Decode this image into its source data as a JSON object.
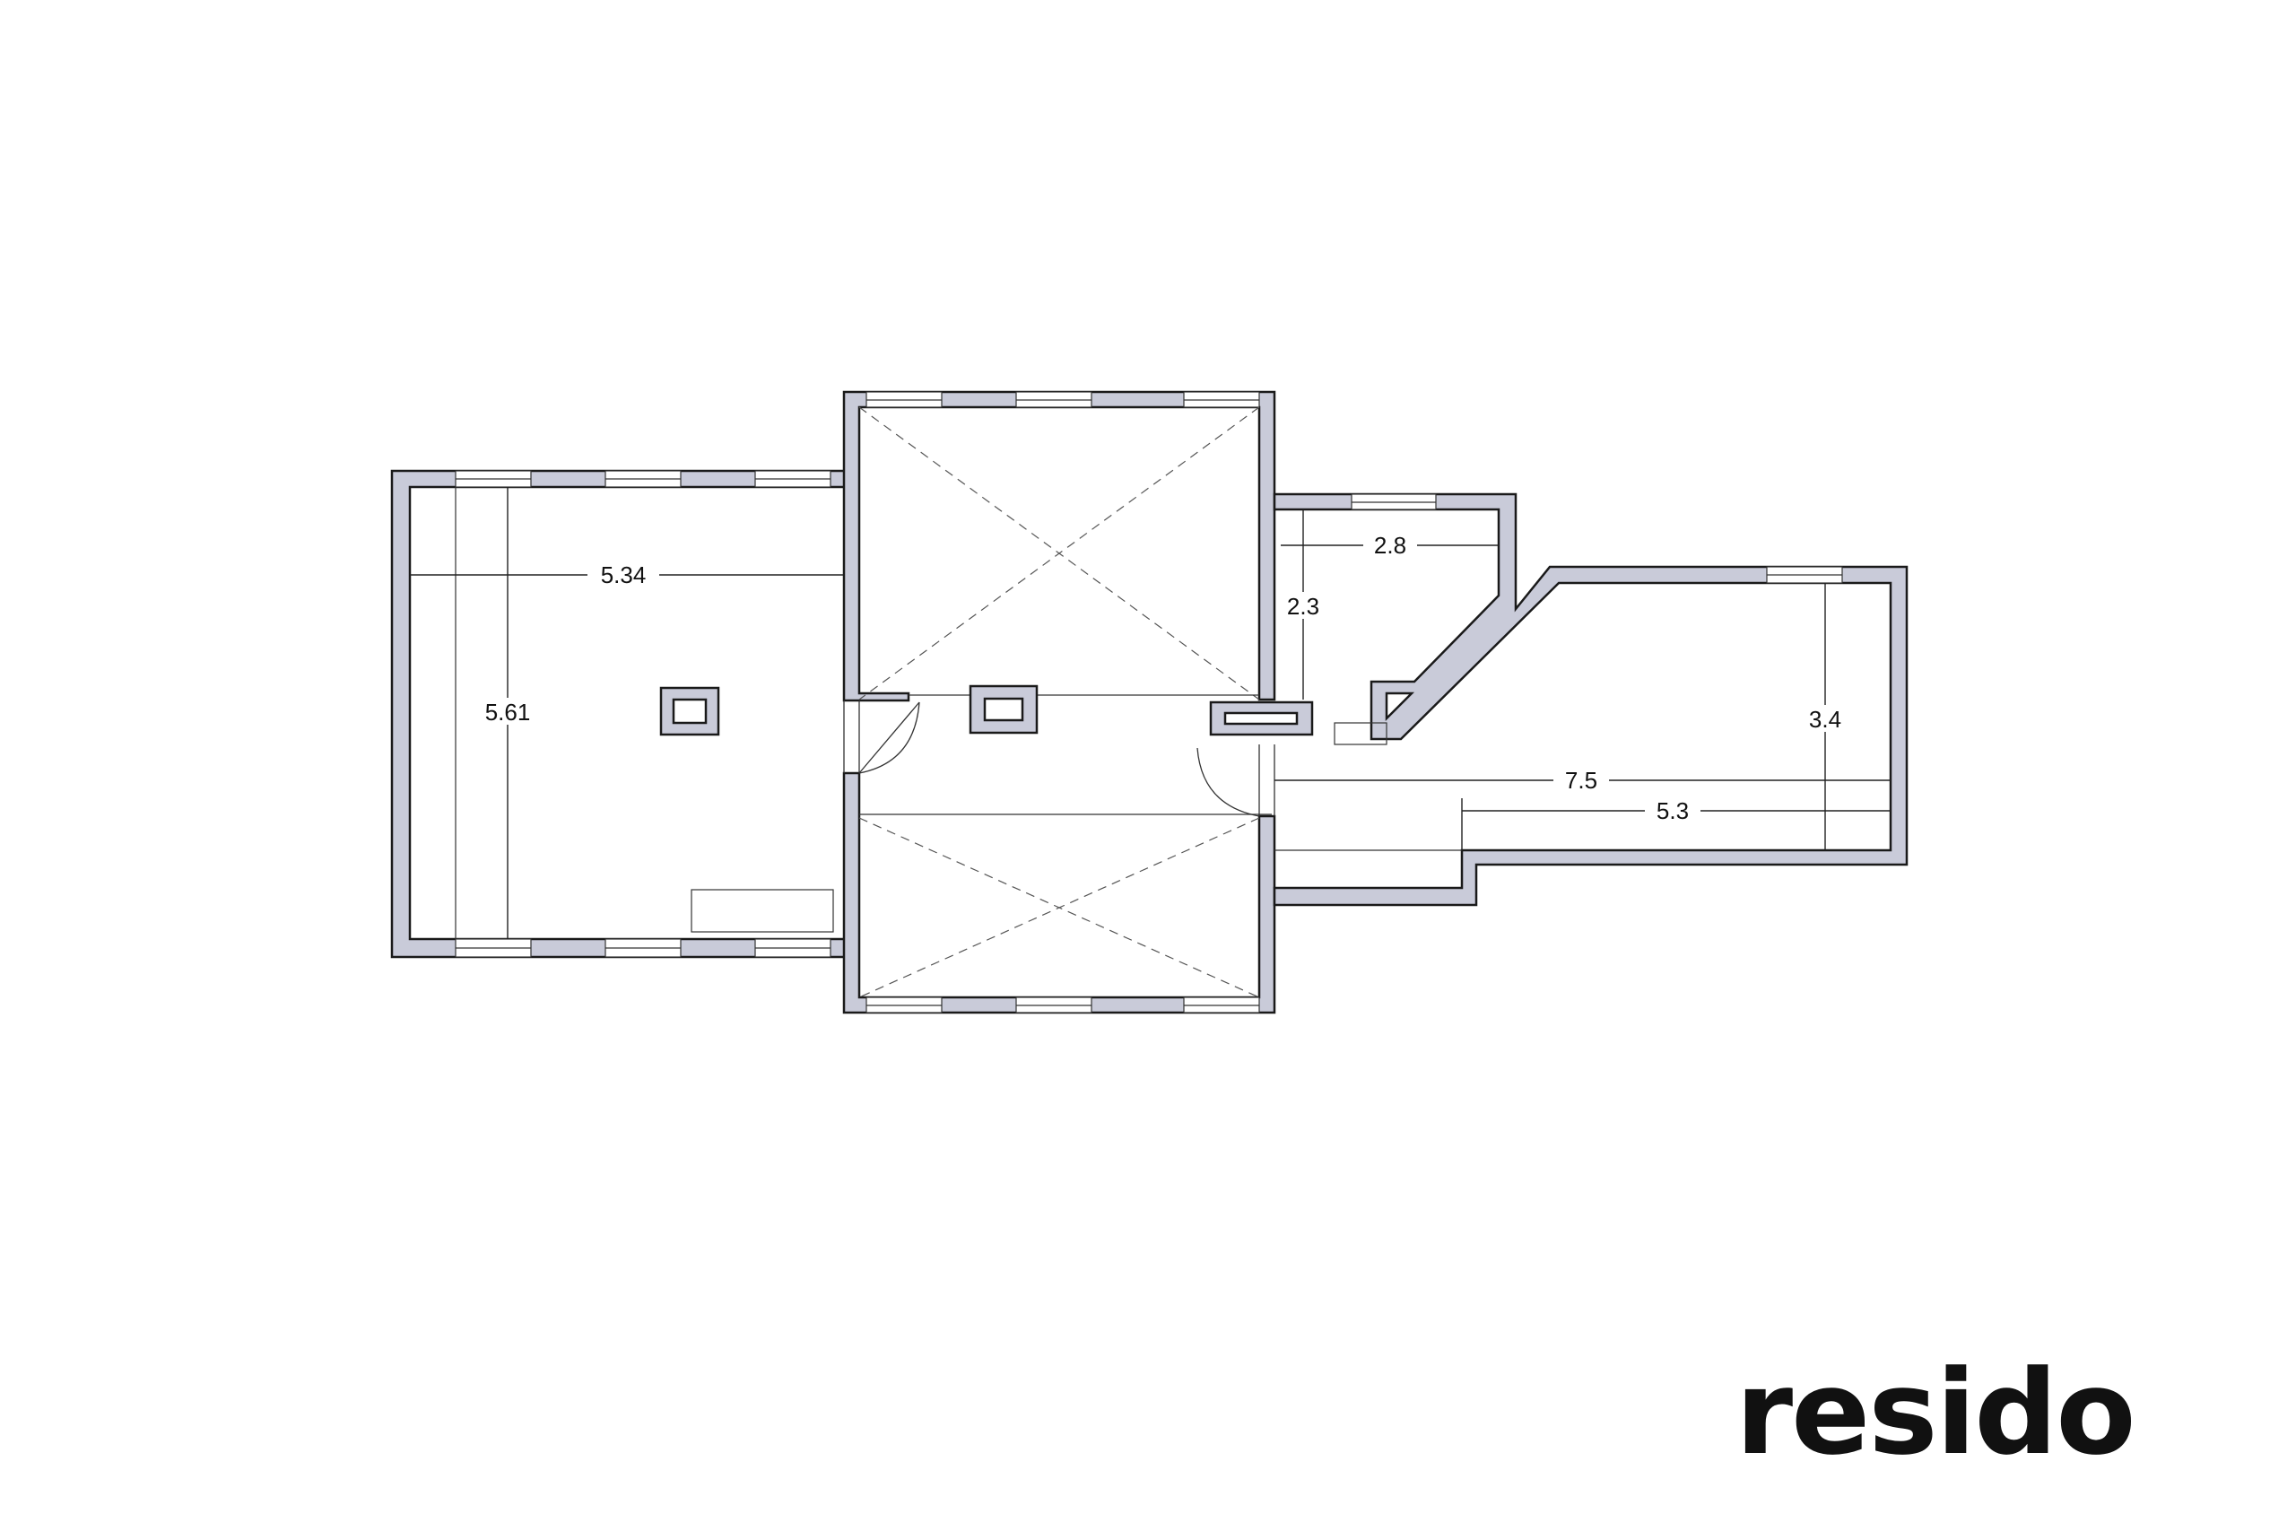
{
  "floor_plan": {
    "dimensions": {
      "room_left_width": "5.34",
      "room_left_height": "5.61",
      "small_room_width": "2.8",
      "small_room_height": "2.3",
      "right_wing_height": "3.4",
      "right_wing_length_total": "7.5",
      "right_wing_length_inner": "5.3"
    }
  },
  "brand": {
    "logo_text": "resido"
  },
  "colors": {
    "wall_fill": "#c9cbd9",
    "wall_stroke": "#1a1a1a",
    "background": "#ffffff"
  }
}
